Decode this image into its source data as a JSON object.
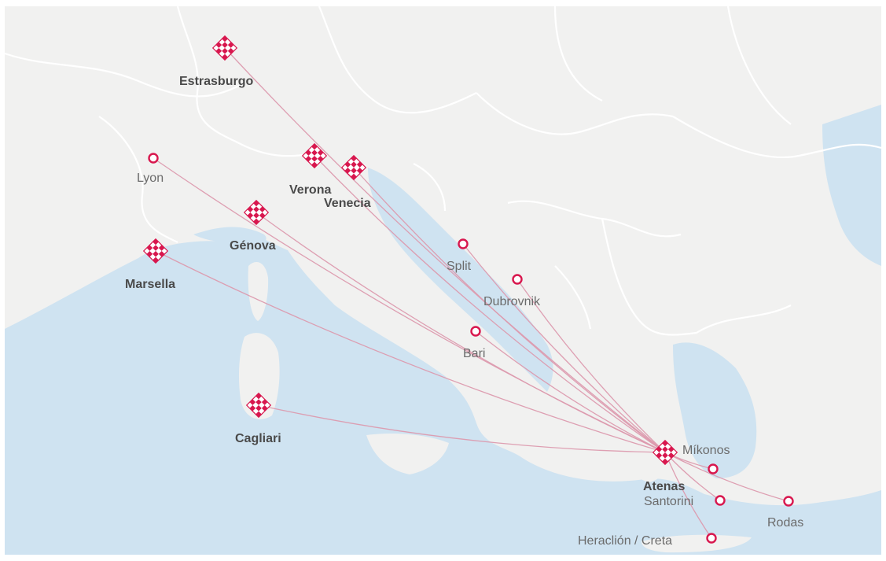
{
  "map": {
    "colors": {
      "land": "#f1f1f0",
      "water": "#cfe3f1",
      "border": "#ffffff",
      "route": "#dc9aae",
      "hub_marker": "#d8174e",
      "destination_marker": "#d8174e",
      "label": "#6b6b6b",
      "hub_label": "#4a4a4a"
    },
    "hub_icon": "diamond-checker-marker-icon",
    "destination_icon": "ring-marker-icon",
    "cities": [
      {
        "id": "estrasburgo",
        "name": "Estrasburgo",
        "kind": "hub"
      },
      {
        "id": "verona",
        "name": "Verona",
        "kind": "hub"
      },
      {
        "id": "venecia",
        "name": "Venecia",
        "kind": "hub"
      },
      {
        "id": "genova",
        "name": "Génova",
        "kind": "hub"
      },
      {
        "id": "marsella",
        "name": "Marsella",
        "kind": "hub"
      },
      {
        "id": "cagliari",
        "name": "Cagliari",
        "kind": "hub"
      },
      {
        "id": "atenas",
        "name": "Atenas",
        "kind": "hub"
      },
      {
        "id": "lyon",
        "name": "Lyon",
        "kind": "destination"
      },
      {
        "id": "split",
        "name": "Split",
        "kind": "destination"
      },
      {
        "id": "dubrovnik",
        "name": "Dubrovnik",
        "kind": "destination"
      },
      {
        "id": "bari",
        "name": "Bari",
        "kind": "destination"
      },
      {
        "id": "mikonos",
        "name": "Míkonos",
        "kind": "destination"
      },
      {
        "id": "santorini",
        "name": "Santorini",
        "kind": "destination"
      },
      {
        "id": "rodas",
        "name": "Rodas",
        "kind": "destination"
      },
      {
        "id": "heraclion",
        "name": "Heraclión / Creta",
        "kind": "destination"
      }
    ],
    "routes": [
      [
        "estrasburgo",
        "atenas"
      ],
      [
        "lyon",
        "atenas"
      ],
      [
        "verona",
        "atenas"
      ],
      [
        "venecia",
        "atenas"
      ],
      [
        "genova",
        "atenas"
      ],
      [
        "marsella",
        "atenas"
      ],
      [
        "cagliari",
        "atenas"
      ],
      [
        "split",
        "atenas"
      ],
      [
        "dubrovnik",
        "atenas"
      ],
      [
        "bari",
        "atenas"
      ],
      [
        "atenas",
        "mikonos"
      ],
      [
        "atenas",
        "santorini"
      ],
      [
        "atenas",
        "rodas"
      ],
      [
        "atenas",
        "heraclion"
      ]
    ]
  }
}
